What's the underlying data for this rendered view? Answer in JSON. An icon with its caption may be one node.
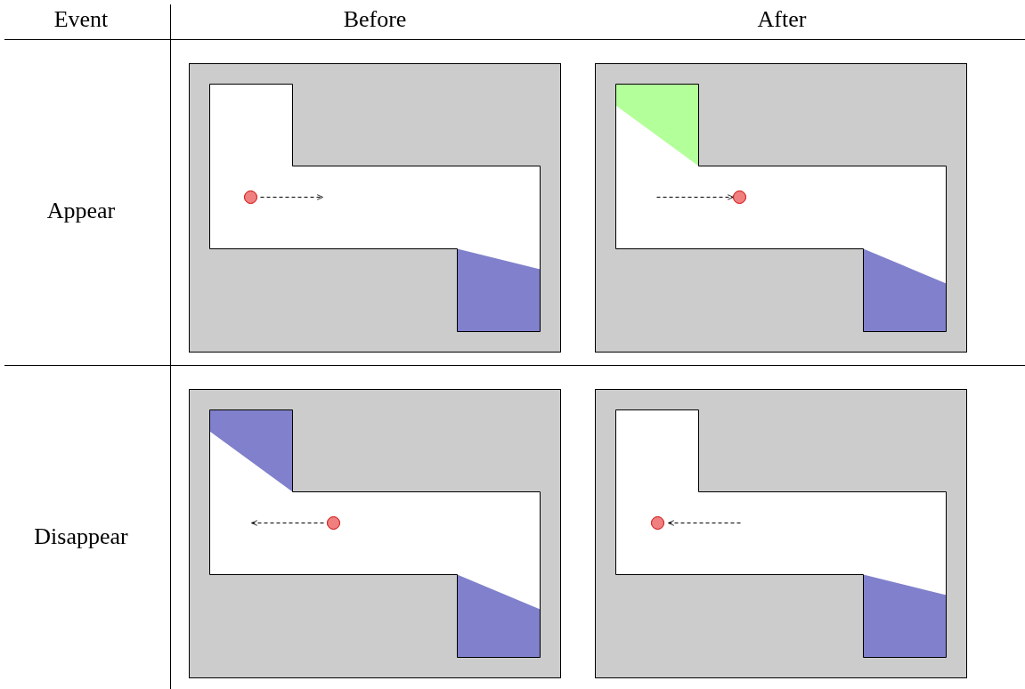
{
  "diagram": {
    "labels": [
      "Event",
      "Before",
      "After",
      "Appear",
      "Disappear"
    ]
  }
}
